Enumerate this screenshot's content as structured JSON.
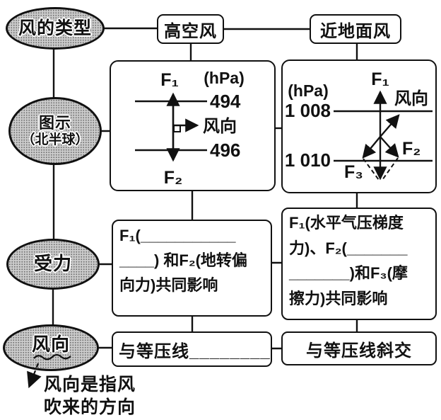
{
  "colors": {
    "ink": "#111111",
    "ellipse_fill": "#cbcbcb",
    "stipple_dot": "#6e6e6e",
    "background": "#ffffff"
  },
  "left_nodes": {
    "wind_type": "风的类型",
    "illustration_line1": "图示",
    "illustration_line2": "（北半球）",
    "forces": "受力",
    "wind_direction": "风向"
  },
  "top_row": {
    "upper_air": "高空风",
    "near_surface": "近地面风"
  },
  "upper_air_diagram": {
    "f1": "F₁",
    "f2": "F₂",
    "pressure_unit": "(hPa)",
    "isobar_upper": "494",
    "isobar_lower": "496",
    "wind_label": "风向"
  },
  "near_surface_diagram": {
    "f1": "F₁",
    "f2": "F₂",
    "f3": "F₃",
    "pressure_unit": "(hPa)",
    "isobar_upper": "1 008",
    "isobar_lower": "1 010",
    "wind_label": "风向"
  },
  "force_summary": {
    "upper_air_lines": [
      "F₁(___________",
      "____) 和F₂(地转偏",
      "向力)共同影响"
    ],
    "near_surface_lines": [
      "F₁(水平气压梯度",
      "力)、F₂(_______",
      "_______)和F₃(摩",
      "擦力)共同影响"
    ]
  },
  "direction_row": {
    "upper_air": "与等压线________",
    "near_surface": "与等压线斜交"
  },
  "footnote": {
    "line1": "风向是指风",
    "line2": "吹来的方向"
  }
}
